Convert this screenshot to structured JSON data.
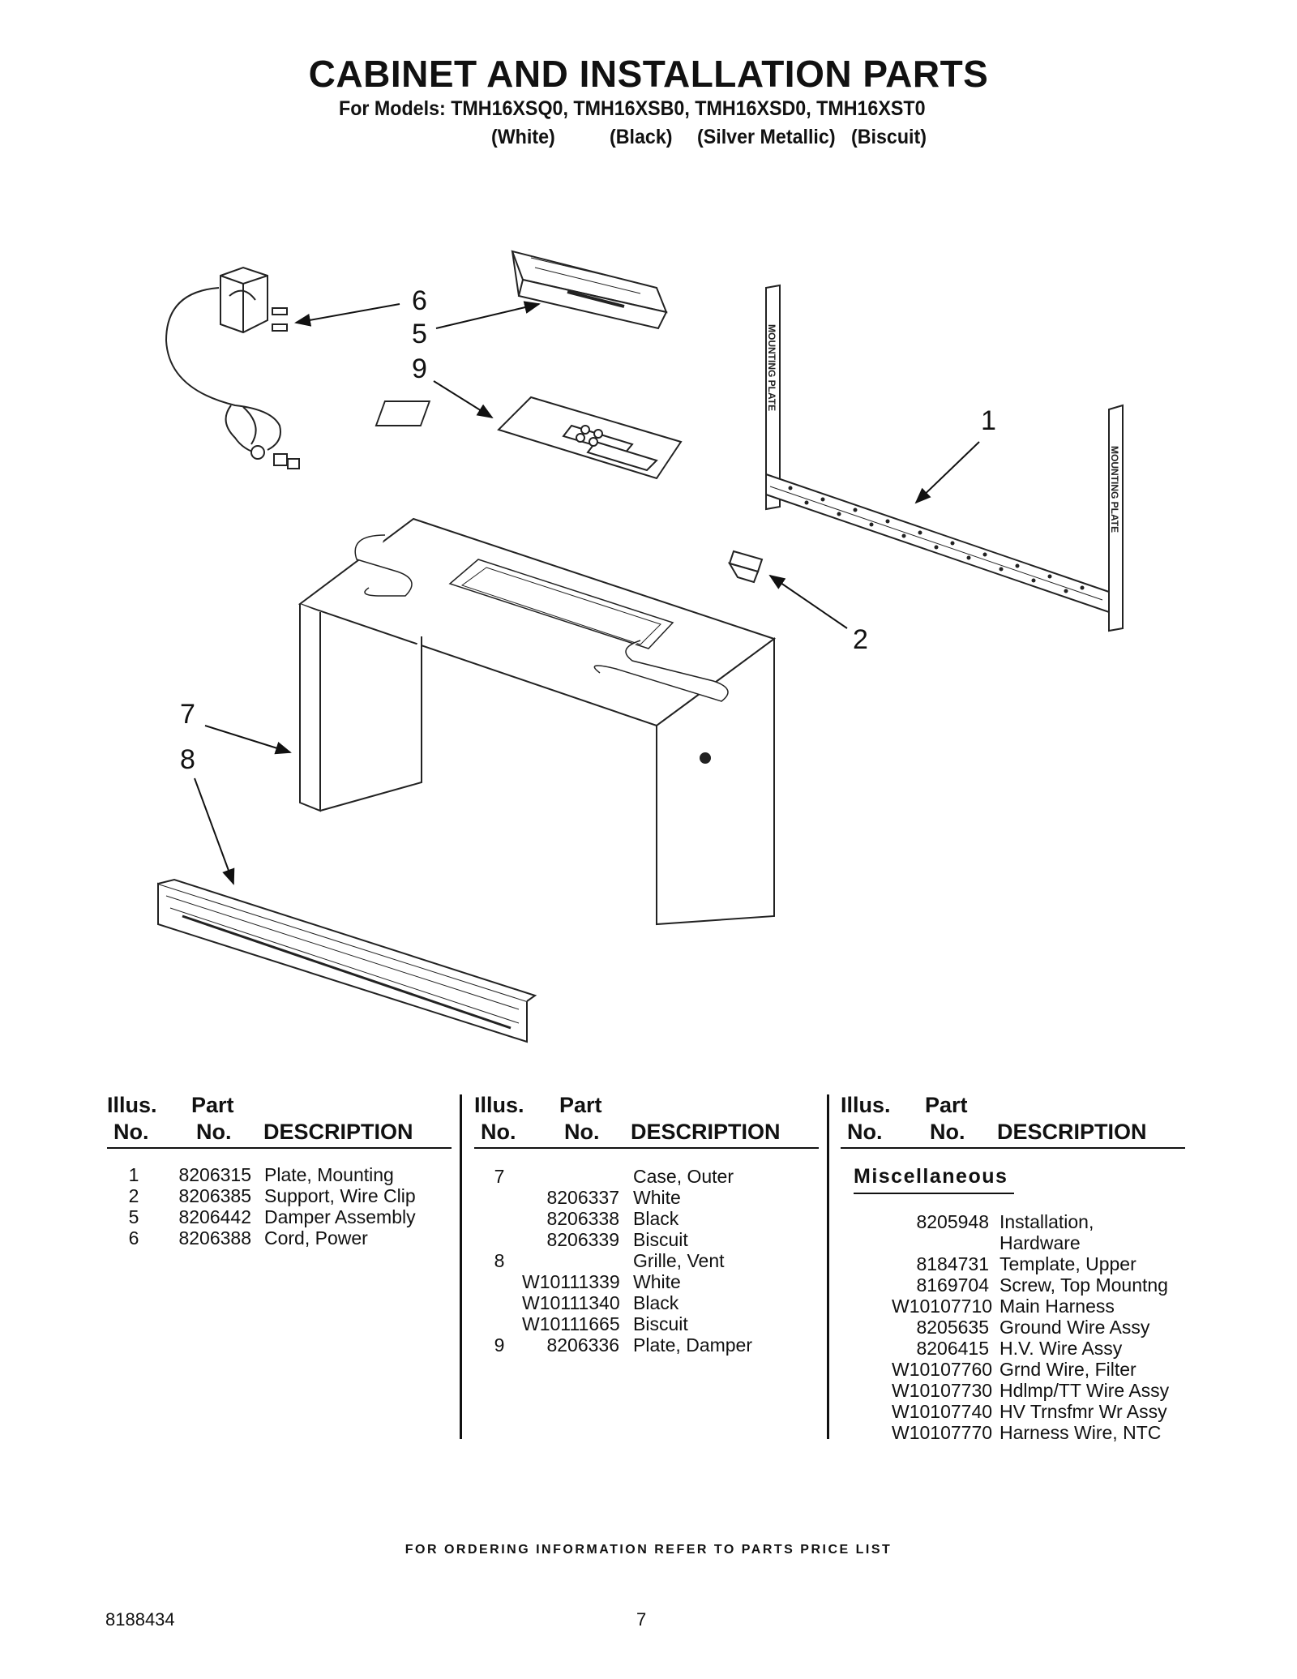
{
  "header": {
    "title": "CABINET AND INSTALLATION PARTS",
    "models_line": "For Models: TMH16XSQ0, TMH16XSB0, TMH16XSD0, TMH16XST0",
    "colors": [
      "(White)",
      "(Black)",
      "(Silver Metallic)",
      "(Biscuit)"
    ]
  },
  "diagram": {
    "callouts": [
      "6",
      "5",
      "9",
      "1",
      "2",
      "7",
      "8"
    ],
    "plate_text": "MOUNTING PLATE"
  },
  "table": {
    "col_head_illus": "Illus.",
    "col_head_part": "Part",
    "col_head_no": "No.",
    "col_head_desc": "DESCRIPTION",
    "col1": [
      {
        "illus": "1",
        "part": "8206315",
        "desc": "Plate, Mounting"
      },
      {
        "illus": "2",
        "part": "8206385",
        "desc": "Support, Wire Clip"
      },
      {
        "illus": "5",
        "part": "8206442",
        "desc": "Damper Assembly"
      },
      {
        "illus": "6",
        "part": "8206388",
        "desc": "Cord, Power"
      }
    ],
    "col2": [
      {
        "illus": "7",
        "part": "",
        "desc": "Case, Outer"
      },
      {
        "illus": "",
        "part": "8206337",
        "desc": "White"
      },
      {
        "illus": "",
        "part": "8206338",
        "desc": "Black"
      },
      {
        "illus": "",
        "part": "8206339",
        "desc": "Biscuit"
      },
      {
        "illus": "8",
        "part": "",
        "desc": "Grille, Vent"
      },
      {
        "illus": "",
        "part": "W10111339",
        "desc": "White"
      },
      {
        "illus": "",
        "part": "W10111340",
        "desc": "Black"
      },
      {
        "illus": "",
        "part": "W10111665",
        "desc": "Biscuit"
      },
      {
        "illus": "9",
        "part": "8206336",
        "desc": "Plate, Damper"
      }
    ],
    "misc_label": "Miscellaneous",
    "col3": [
      {
        "part": "8205948",
        "desc": "Installation,"
      },
      {
        "part": "",
        "desc": "Hardware"
      },
      {
        "part": "8184731",
        "desc": "Template, Upper"
      },
      {
        "part": "8169704",
        "desc": "Screw, Top Mountng"
      },
      {
        "part": "W10107710",
        "desc": "Main Harness"
      },
      {
        "part": "8205635",
        "desc": "Ground Wire Assy"
      },
      {
        "part": "8206415",
        "desc": "H.V. Wire Assy"
      },
      {
        "part": "W10107760",
        "desc": "Grnd Wire, Filter"
      },
      {
        "part": "W10107730",
        "desc": "Hdlmp/TT Wire Assy"
      },
      {
        "part": "W10107740",
        "desc": "HV Trnsfmr Wr Assy"
      },
      {
        "part": "W10107770",
        "desc": "Harness Wire, NTC"
      }
    ]
  },
  "footer": {
    "note": "FOR ORDERING INFORMATION REFER TO PARTS PRICE LIST",
    "doc_number": "8188434",
    "page_number": "7"
  }
}
